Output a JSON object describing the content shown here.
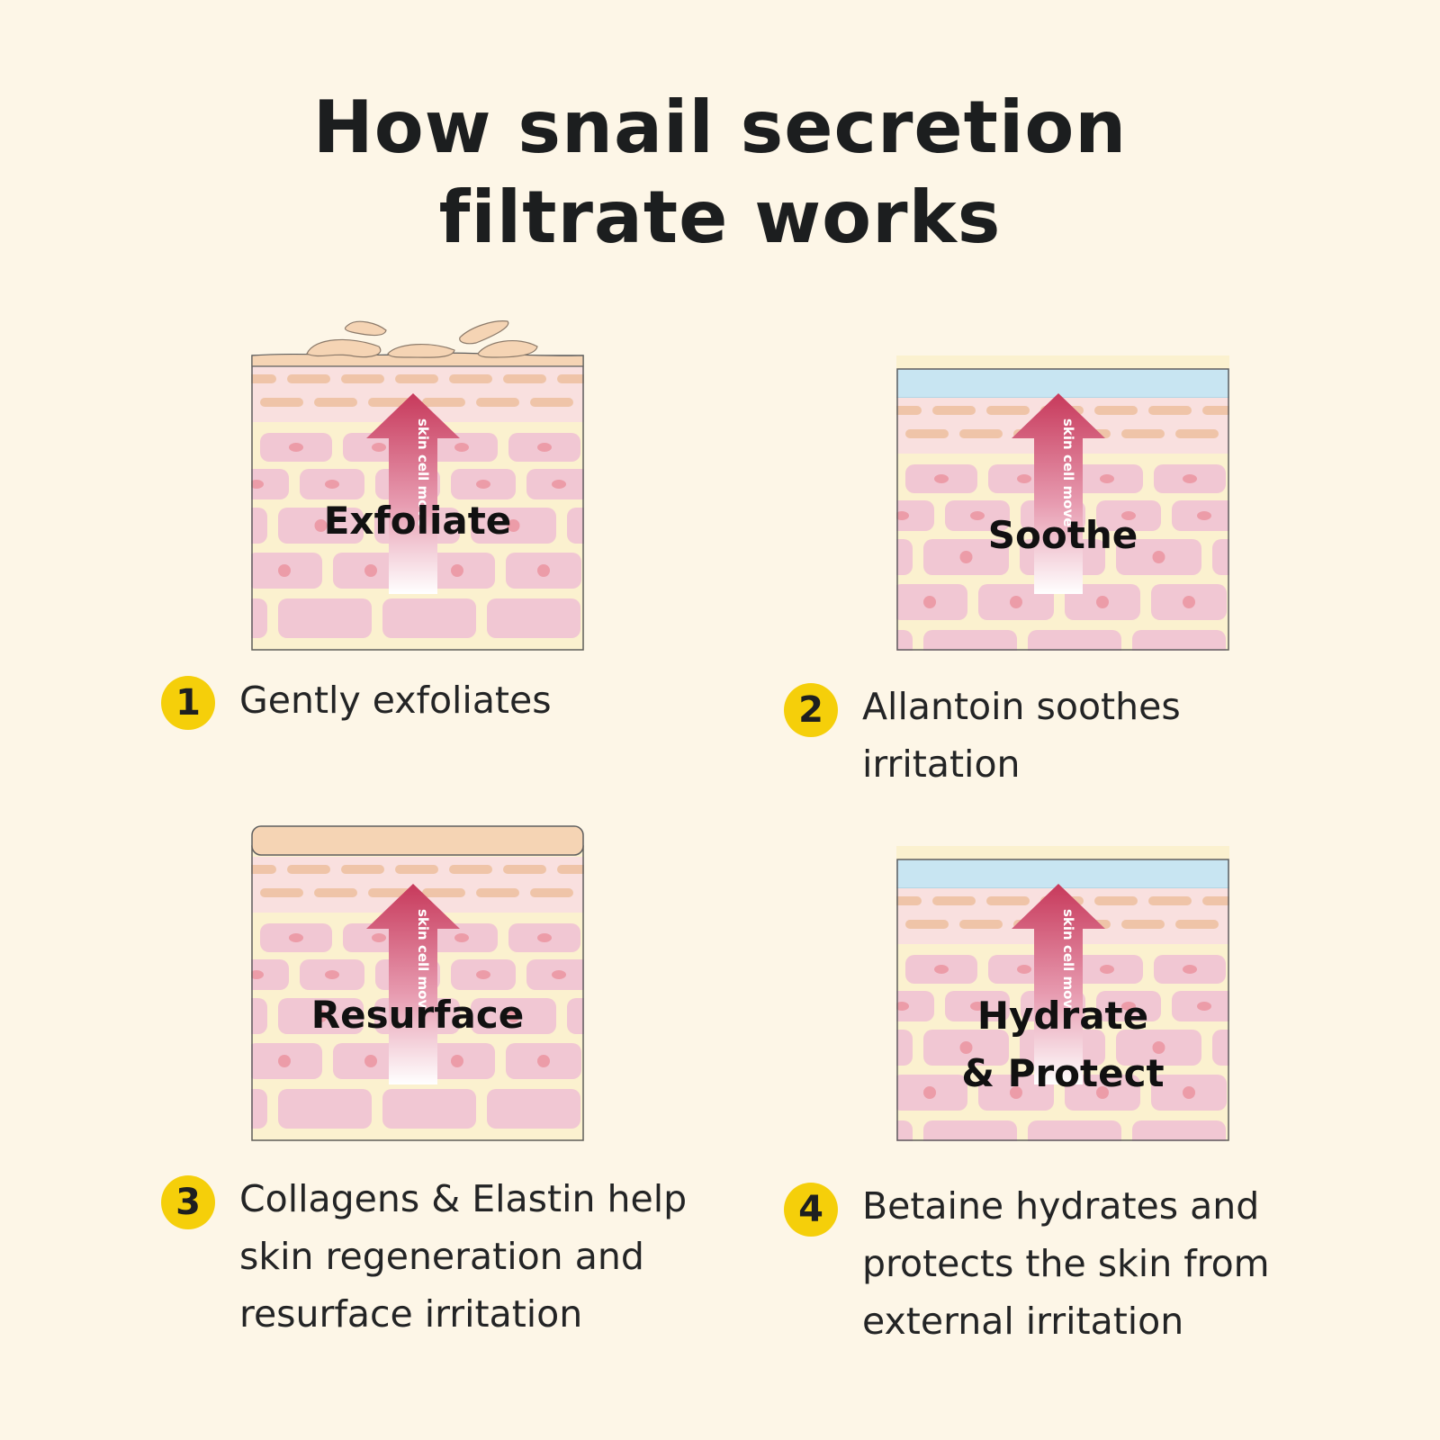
{
  "title": {
    "line1": "How snail secretion",
    "line2": "filtrate works"
  },
  "arrow_text": "skin cell move",
  "panels": [
    {
      "label": "Exfoliate",
      "top_layer": "peeling-flakes"
    },
    {
      "label": "Soothe",
      "top_layer": "blue-film"
    },
    {
      "label": "Resurface",
      "top_layer": "smooth-layer"
    },
    {
      "label_line1": "Hydrate",
      "label_line2": "& Protect",
      "top_layer": "blue-film"
    }
  ],
  "steps": [
    {
      "number": "1",
      "lines": [
        "Gently exfoliates"
      ]
    },
    {
      "number": "2",
      "lines": [
        "Allantoin soothes",
        "irritation"
      ]
    },
    {
      "number": "3",
      "lines": [
        "Collagens & Elastin help",
        "skin regeneration and",
        "resurface irritation"
      ]
    },
    {
      "number": "4",
      "lines": [
        "Betaine hydrates and",
        "protects the skin from",
        "external irritation"
      ]
    }
  ],
  "colors": {
    "background": "#fdf6e7",
    "badge": "#f5cf0a",
    "cell": "#f1c7d3",
    "cell_nucleus": "#ec9ca8",
    "film": "#c8e5f2",
    "peach": "#f5d4b4",
    "arrow_top": "#c7395b"
  }
}
